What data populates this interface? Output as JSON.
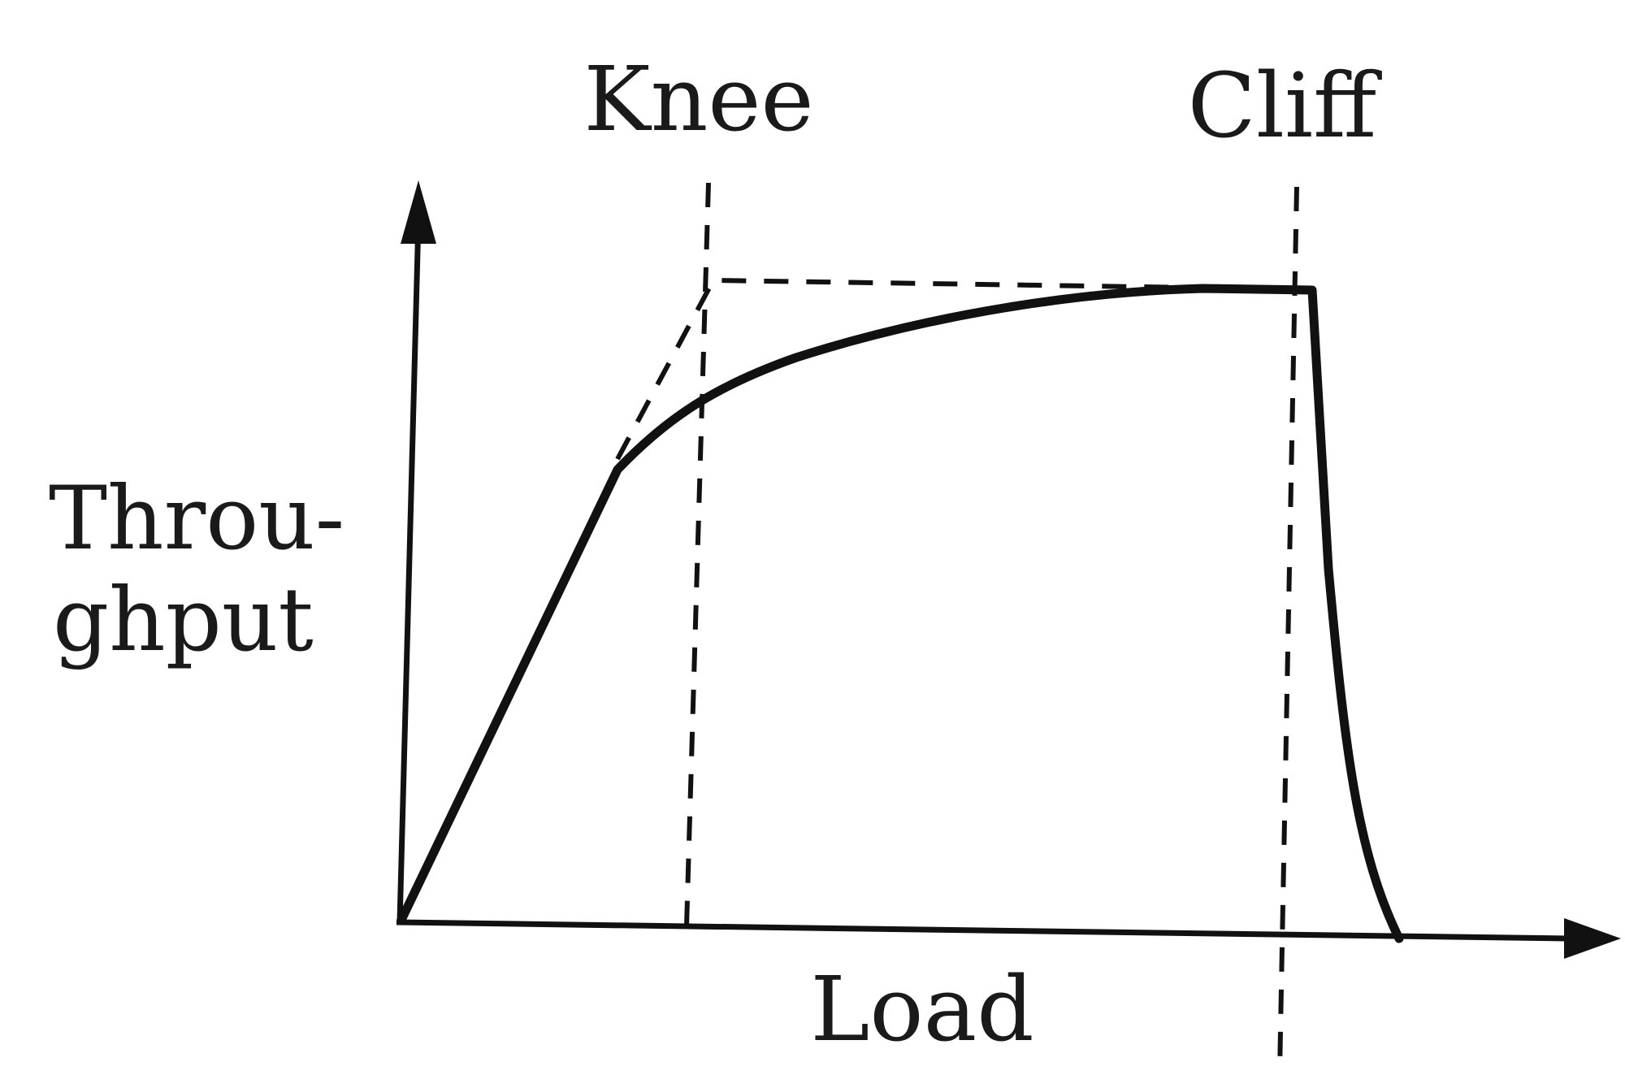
{
  "labels": {
    "knee": "Knee",
    "cliff": "Cliff",
    "ylabel_line1": "Throu-",
    "ylabel_line2": "ghput",
    "xlabel": "Load"
  },
  "colors": {
    "ink": "#111111",
    "background": "#ffffff"
  }
}
